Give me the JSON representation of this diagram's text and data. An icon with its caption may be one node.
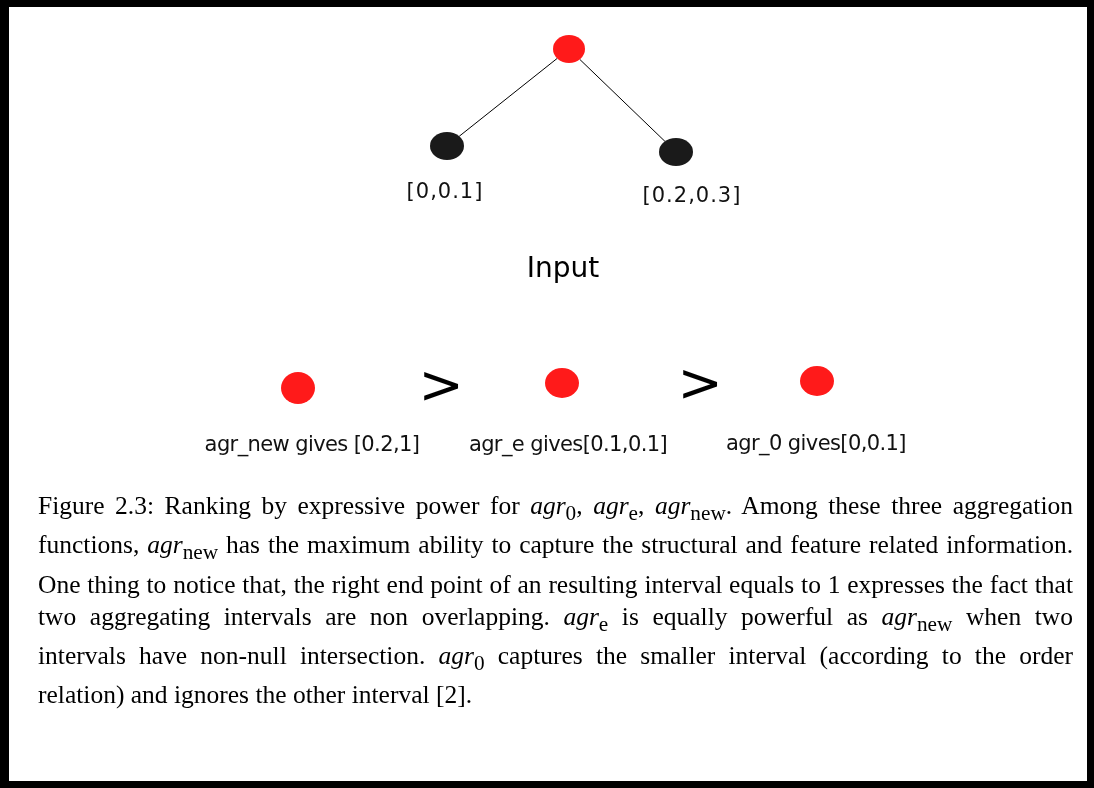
{
  "diagram": {
    "caption": "Figure 2.3: Ranking by expressive power for *agr*$_{0}$, *agr*$_{e}$, *agr*$_{new}$. Among these three aggregation functions, *agr*$_{new}$ has the maximum ability to capture the structural and feature related information. One thing to notice that, the right end point of an resulting interval equals to 1 expresses the fact that two aggregating intervals are non overlapping. *agr*$_{e}$ is equally powerful as *agr*$_{new}$ when two intervals have non-null intersection. *agr*$_{0}$ captures the smaller interval (according to the order relation) and ignores the other interval [2].",
    "nodes": [
      {
        "text": [],
        "shape": "circle"
      },
      {
        "text": [],
        "shape": "circle",
        "beside": [
          "[0,0.1]"
        ]
      },
      {
        "text": [],
        "shape": "circle",
        "beside": [
          "[0.2,0.3]"
        ]
      },
      {
        "text": [],
        "shape": "circle",
        "beside": [
          "agr_new gives [0.2,1]"
        ]
      },
      {
        "text": [],
        "shape": "circle",
        "beside": [
          "agr_e gives[0.1,0.1]"
        ]
      },
      {
        "text": [],
        "shape": "circle",
        "beside": [
          "agr_0 gives[0,0.1]"
        ]
      }
    ],
    "edges": [
      {
        "from": 0,
        "to": 1,
        "arrow": "none"
      },
      {
        "from": 0,
        "to": 2,
        "arrow": "none"
      }
    ],
    "labels": [
      "Input",
      ">",
      ">"
    ]
  }
}
